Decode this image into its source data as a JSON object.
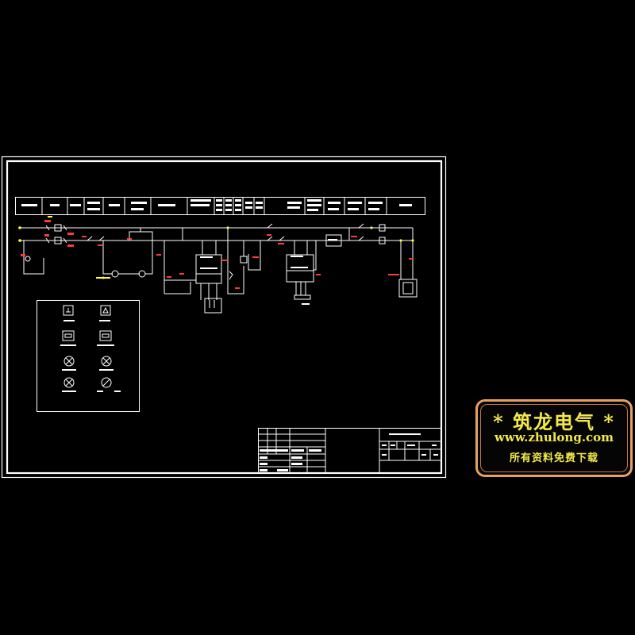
{
  "colors": {
    "background": "#000000",
    "frame": "#ffffff",
    "wire": "#ffffff",
    "component_label": "#ff3b3b",
    "terminal_marker": "#ffff33",
    "stamp_border": "#e8a060",
    "stamp_text": "#f4e94a"
  },
  "sheet": {
    "header_cells": [
      "",
      "",
      "",
      "",
      "",
      "",
      "",
      "",
      "",
      "",
      "",
      "",
      "",
      "",
      "",
      "",
      "",
      "",
      ""
    ],
    "legend": {
      "icons": [
        "ground-terminal-icon",
        "fuse-symbol-icon",
        "push-button-icon",
        "push-button-icon",
        "indicator-lamp-icon",
        "indicator-lamp-icon",
        "indicator-lamp-icon",
        "selector-switch-icon"
      ],
      "labels": [
        "",
        "",
        "",
        "",
        "",
        "",
        "",
        ""
      ]
    },
    "title_block": {
      "title": "",
      "cells": []
    }
  },
  "watermark": {
    "title": "* 筑龙电气 *",
    "url": "www.zhulong.com",
    "subtitle": "所有资料免费下载"
  }
}
